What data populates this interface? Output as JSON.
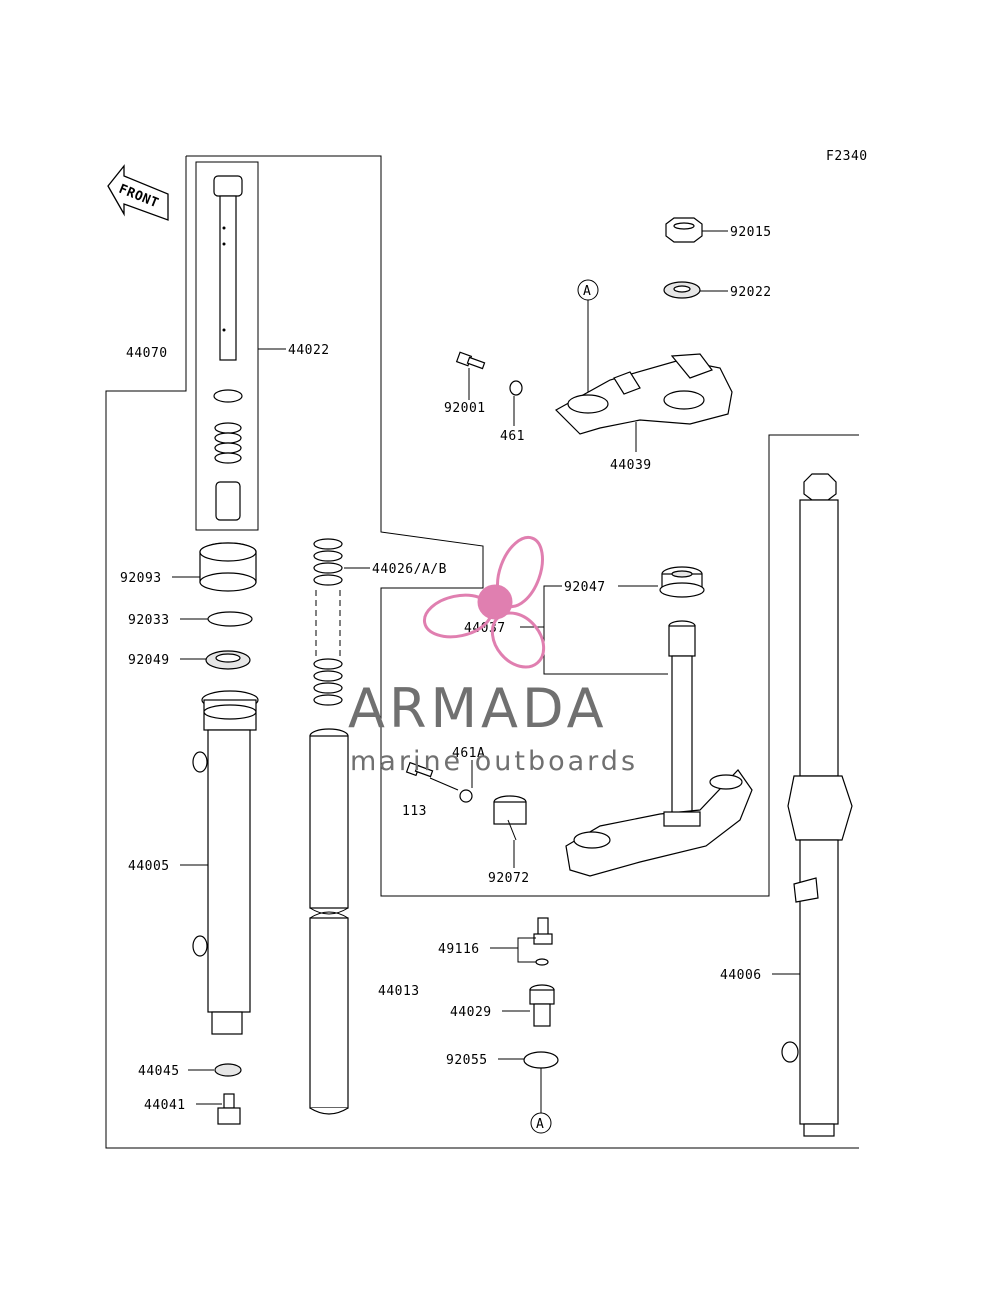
{
  "figure_code": "F2340",
  "front_label": "FRONT",
  "ref_marker": "A",
  "parts": {
    "p44070": "44070",
    "p44022": "44022",
    "p92093": "92093",
    "p92033": "92033",
    "p92049": "92049",
    "p44005": "44005",
    "p44045": "44045",
    "p44041": "44041",
    "p44026": "44026/A/B",
    "p44013": "44013",
    "p92001": "92001",
    "p461": "461",
    "p44039": "44039",
    "p92015": "92015",
    "p92022": "92022",
    "p92047": "92047",
    "p44037": "44037",
    "p461A": "461A",
    "p113": "113",
    "p92072": "92072",
    "p49116": "49116",
    "p44029": "44029",
    "p92055": "92055",
    "p44006": "44006"
  },
  "watermark": {
    "brand": "ARMADA",
    "tagline": "marine outboards",
    "color": "#e07fb0"
  }
}
